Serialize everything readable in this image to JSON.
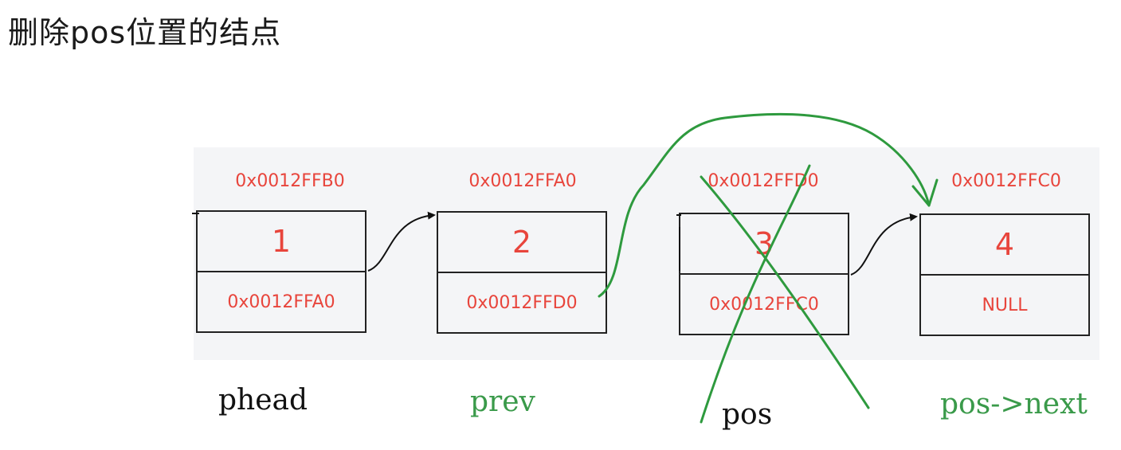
{
  "title": "删除pos位置的结点",
  "nodes": [
    {
      "address": "0x0012FFB0",
      "data": "1",
      "next": "0x0012FFA0"
    },
    {
      "address": "0x0012FFA0",
      "data": "2",
      "next": "0x0012FFD0"
    },
    {
      "address": "0x0012FFD0",
      "data": "3",
      "next": "0x0012FFC0"
    },
    {
      "address": "0x0012FFC0",
      "data": "4",
      "next": "NULL"
    }
  ],
  "labels": {
    "phead": "phead",
    "prev": "prev",
    "pos": "pos",
    "pos_next": "pos->next"
  },
  "colors": {
    "address_text": "#e8453c",
    "annotation_green": "#2e9a3e",
    "box_border": "#222222",
    "panel_bg": "#f4f5f7"
  }
}
